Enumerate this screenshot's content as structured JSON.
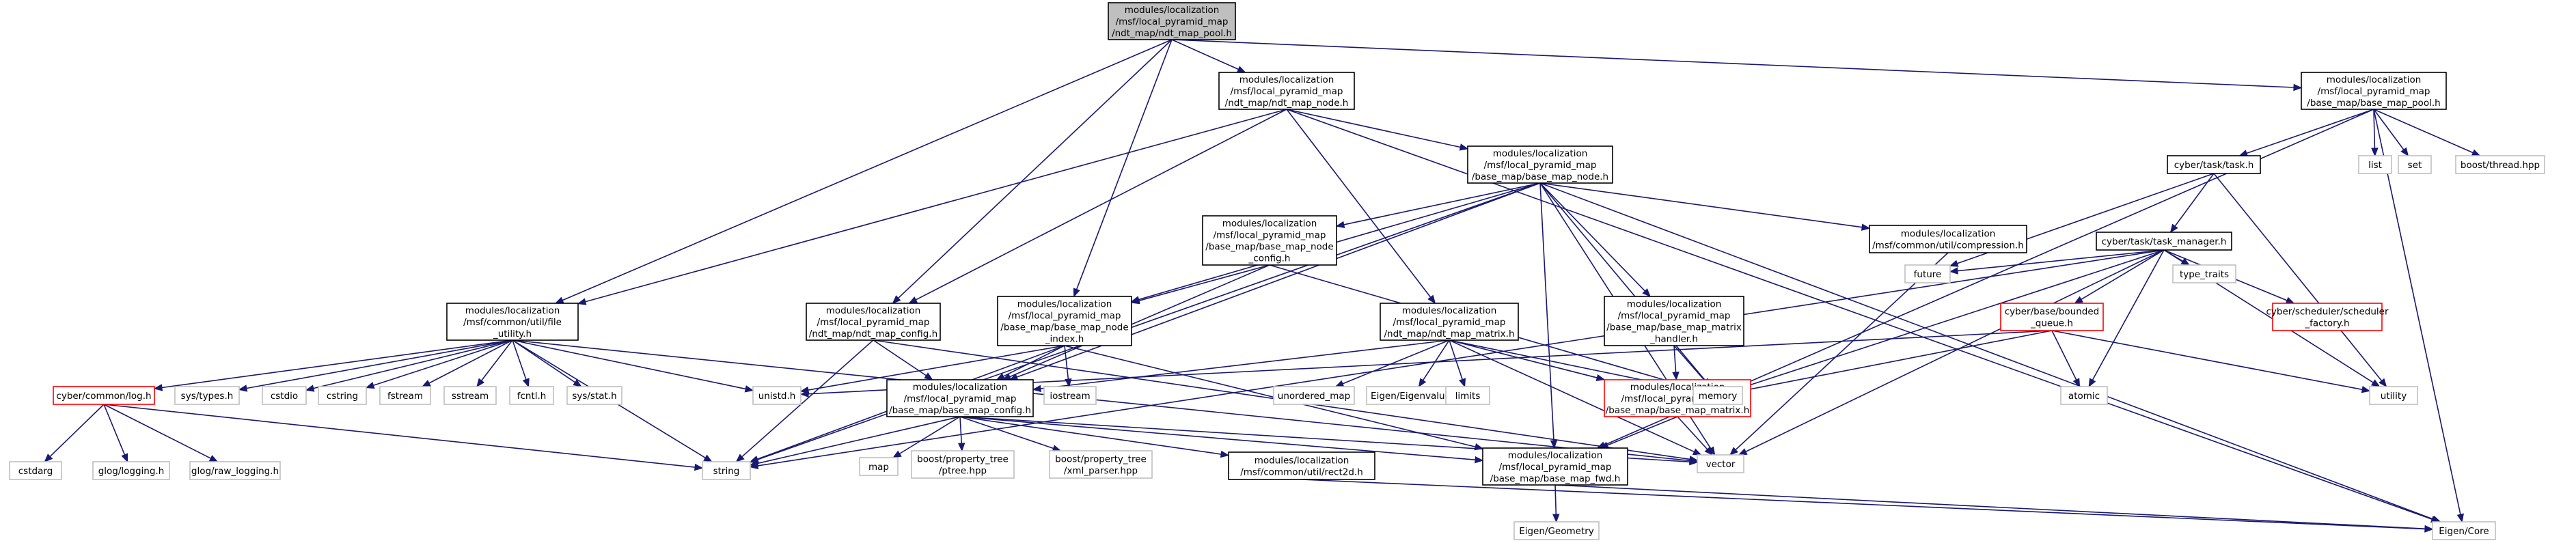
{
  "graph": {
    "type": "include-dependency-graph",
    "nodes": [
      {
        "id": "root",
        "style": "root",
        "lines": [
          "modules/localization",
          "/msf/local_pyramid_map",
          "/ndt_map/ndt_map_pool.h"
        ]
      },
      {
        "id": "ndt_map_node",
        "style": "normal",
        "lines": [
          "modules/localization",
          "/msf/local_pyramid_map",
          "/ndt_map/ndt_map_node.h"
        ]
      },
      {
        "id": "base_map_pool",
        "style": "normal",
        "lines": [
          "modules/localization",
          "/msf/local_pyramid_map",
          "/base_map/base_map_pool.h"
        ]
      },
      {
        "id": "base_map_node",
        "style": "normal",
        "lines": [
          "modules/localization",
          "/msf/local_pyramid_map",
          "/base_map/base_map_node.h"
        ]
      },
      {
        "id": "file_utility",
        "style": "normal",
        "lines": [
          "modules/localization",
          "/msf/common/util/file",
          "_utility.h"
        ]
      },
      {
        "id": "ndt_map_config",
        "style": "normal",
        "lines": [
          "modules/localization",
          "/msf/local_pyramid_map",
          "/ndt_map/ndt_map_config.h"
        ]
      },
      {
        "id": "base_map_node_index",
        "style": "normal",
        "lines": [
          "modules/localization",
          "/msf/local_pyramid_map",
          "/base_map/base_map_node",
          "_index.h"
        ]
      },
      {
        "id": "base_map_node_config",
        "style": "normal",
        "lines": [
          "modules/localization",
          "/msf/local_pyramid_map",
          "/base_map/base_map_node",
          "_config.h"
        ]
      },
      {
        "id": "ndt_map_matrix",
        "style": "normal",
        "lines": [
          "modules/localization",
          "/msf/local_pyramid_map",
          "/ndt_map/ndt_map_matrix.h"
        ]
      },
      {
        "id": "base_map_matrix_handler",
        "style": "normal",
        "lines": [
          "modules/localization",
          "/msf/local_pyramid_map",
          "/base_map/base_map_matrix",
          "_handler.h"
        ]
      },
      {
        "id": "compression",
        "style": "normal",
        "lines": [
          "modules/localization",
          "/msf/common/util/compression.h"
        ]
      },
      {
        "id": "base_map_config",
        "style": "normal",
        "lines": [
          "modules/localization",
          "/msf/local_pyramid_map",
          "/base_map/base_map_config.h"
        ]
      },
      {
        "id": "base_map_matrix",
        "style": "red",
        "lines": [
          "modules/localization",
          "/msf/local_pyramid_map",
          "/base_map/base_map_matrix.h"
        ]
      },
      {
        "id": "base_map_fwd",
        "style": "normal",
        "lines": [
          "modules/localization",
          "/msf/local_pyramid_map",
          "/base_map/base_map_fwd.h"
        ]
      },
      {
        "id": "rect2d",
        "style": "normal",
        "lines": [
          "modules/localization",
          "/msf/common/util/rect2d.h"
        ]
      },
      {
        "id": "task",
        "style": "normal",
        "lines": [
          "cyber/task/task.h"
        ]
      },
      {
        "id": "task_manager",
        "style": "normal",
        "lines": [
          "cyber/task/task_manager.h"
        ]
      },
      {
        "id": "bounded_queue",
        "style": "red",
        "lines": [
          "cyber/base/bounded",
          "_queue.h"
        ]
      },
      {
        "id": "scheduler_factory",
        "style": "red",
        "lines": [
          "cyber/scheduler/scheduler",
          "_factory.h"
        ]
      },
      {
        "id": "log",
        "style": "red",
        "lines": [
          "cyber/common/log.h"
        ]
      },
      {
        "id": "cstdarg",
        "style": "external",
        "lines": [
          "cstdarg"
        ]
      },
      {
        "id": "glog_logging",
        "style": "external",
        "lines": [
          "glog/logging.h"
        ]
      },
      {
        "id": "glog_raw_logging",
        "style": "external",
        "lines": [
          "glog/raw_logging.h"
        ]
      },
      {
        "id": "sys_types",
        "style": "external",
        "lines": [
          "sys/types.h"
        ]
      },
      {
        "id": "cstdio",
        "style": "external",
        "lines": [
          "cstdio"
        ]
      },
      {
        "id": "cstring",
        "style": "external",
        "lines": [
          "cstring"
        ]
      },
      {
        "id": "fstream",
        "style": "external",
        "lines": [
          "fstream"
        ]
      },
      {
        "id": "sstream",
        "style": "external",
        "lines": [
          "sstream"
        ]
      },
      {
        "id": "fcntl",
        "style": "external",
        "lines": [
          "fcntl.h"
        ]
      },
      {
        "id": "sys_stat",
        "style": "external",
        "lines": [
          "sys/stat.h"
        ]
      },
      {
        "id": "unistd",
        "style": "external",
        "lines": [
          "unistd.h"
        ]
      },
      {
        "id": "string",
        "style": "external",
        "lines": [
          "string"
        ]
      },
      {
        "id": "iostream",
        "style": "external",
        "lines": [
          "iostream"
        ]
      },
      {
        "id": "map",
        "style": "external",
        "lines": [
          "map"
        ]
      },
      {
        "id": "ptree",
        "style": "external",
        "lines": [
          "boost/property_tree",
          "/ptree.hpp"
        ]
      },
      {
        "id": "xml_parser",
        "style": "external",
        "lines": [
          "boost/property_tree",
          "/xml_parser.hpp"
        ]
      },
      {
        "id": "unordered_map",
        "style": "external",
        "lines": [
          "unordered_map"
        ]
      },
      {
        "id": "eigenvalues",
        "style": "external",
        "lines": [
          "Eigen/Eigenvalues"
        ]
      },
      {
        "id": "limits",
        "style": "external",
        "lines": [
          "limits"
        ]
      },
      {
        "id": "memory",
        "style": "external",
        "lines": [
          "memory"
        ]
      },
      {
        "id": "vector",
        "style": "external",
        "lines": [
          "vector"
        ]
      },
      {
        "id": "eigen_geometry",
        "style": "external",
        "lines": [
          "Eigen/Geometry"
        ]
      },
      {
        "id": "eigen_core",
        "style": "external",
        "lines": [
          "Eigen/Core"
        ]
      },
      {
        "id": "list",
        "style": "external",
        "lines": [
          "list"
        ]
      },
      {
        "id": "set",
        "style": "external",
        "lines": [
          "set"
        ]
      },
      {
        "id": "boost_thread",
        "style": "external",
        "lines": [
          "boost/thread.hpp"
        ]
      },
      {
        "id": "future",
        "style": "external",
        "lines": [
          "future"
        ]
      },
      {
        "id": "type_traits",
        "style": "external",
        "lines": [
          "type_traits"
        ]
      },
      {
        "id": "atomic",
        "style": "external",
        "lines": [
          "atomic"
        ]
      },
      {
        "id": "utility",
        "style": "external",
        "lines": [
          "utility"
        ]
      }
    ],
    "edges": [
      [
        "root",
        "ndt_map_node"
      ],
      [
        "root",
        "base_map_pool"
      ],
      [
        "root",
        "file_utility"
      ],
      [
        "root",
        "ndt_map_config"
      ],
      [
        "root",
        "base_map_node_index"
      ],
      [
        "ndt_map_node",
        "base_map_node"
      ],
      [
        "ndt_map_node",
        "file_utility"
      ],
      [
        "ndt_map_node",
        "ndt_map_config"
      ],
      [
        "ndt_map_node",
        "ndt_map_matrix"
      ],
      [
        "ndt_map_node",
        "eigen_core"
      ],
      [
        "base_map_pool",
        "task"
      ],
      [
        "base_map_pool",
        "list"
      ],
      [
        "base_map_pool",
        "set"
      ],
      [
        "base_map_pool",
        "boost_thread"
      ],
      [
        "base_map_pool",
        "base_map_fwd"
      ],
      [
        "base_map_pool",
        "eigen_core"
      ],
      [
        "base_map_node",
        "base_map_node_config"
      ],
      [
        "base_map_node",
        "base_map_node_index"
      ],
      [
        "base_map_node",
        "base_map_matrix_handler"
      ],
      [
        "base_map_node",
        "compression"
      ],
      [
        "base_map_node",
        "base_map_config"
      ],
      [
        "base_map_node",
        "base_map_fwd"
      ],
      [
        "base_map_node",
        "string"
      ],
      [
        "base_map_node",
        "memory"
      ],
      [
        "base_map_node",
        "vector"
      ],
      [
        "base_map_node",
        "eigen_core"
      ],
      [
        "file_utility",
        "log"
      ],
      [
        "file_utility",
        "sys_types"
      ],
      [
        "file_utility",
        "cstdio"
      ],
      [
        "file_utility",
        "cstring"
      ],
      [
        "file_utility",
        "fstream"
      ],
      [
        "file_utility",
        "sstream"
      ],
      [
        "file_utility",
        "fcntl"
      ],
      [
        "file_utility",
        "sys_stat"
      ],
      [
        "file_utility",
        "unistd"
      ],
      [
        "file_utility",
        "string"
      ],
      [
        "file_utility",
        "vector"
      ],
      [
        "log",
        "cstdarg"
      ],
      [
        "log",
        "glog_logging"
      ],
      [
        "log",
        "glog_raw_logging"
      ],
      [
        "log",
        "string"
      ],
      [
        "ndt_map_config",
        "base_map_config"
      ],
      [
        "ndt_map_config",
        "string"
      ],
      [
        "ndt_map_config",
        "vector"
      ],
      [
        "base_map_node_config",
        "base_map_node_index"
      ],
      [
        "base_map_node_config",
        "base_map_config"
      ],
      [
        "base_map_node_config",
        "memory"
      ],
      [
        "base_map_node_index",
        "base_map_config"
      ],
      [
        "base_map_node_index",
        "base_map_fwd"
      ],
      [
        "base_map_node_index",
        "iostream"
      ],
      [
        "base_map_node_index",
        "string"
      ],
      [
        "base_map_node_index",
        "unistd"
      ],
      [
        "ndt_map_matrix",
        "base_map_config"
      ],
      [
        "ndt_map_matrix",
        "base_map_matrix"
      ],
      [
        "ndt_map_matrix",
        "unordered_map"
      ],
      [
        "ndt_map_matrix",
        "eigenvalues"
      ],
      [
        "ndt_map_matrix",
        "limits"
      ],
      [
        "ndt_map_matrix",
        "memory"
      ],
      [
        "ndt_map_matrix",
        "vector"
      ],
      [
        "base_map_matrix_handler",
        "base_map_matrix"
      ],
      [
        "base_map_matrix_handler",
        "memory"
      ],
      [
        "compression",
        "vector"
      ],
      [
        "base_map_config",
        "base_map_fwd"
      ],
      [
        "base_map_config",
        "rect2d"
      ],
      [
        "base_map_config",
        "map"
      ],
      [
        "base_map_config",
        "ptree"
      ],
      [
        "base_map_config",
        "xml_parser"
      ],
      [
        "base_map_config",
        "string"
      ],
      [
        "base_map_config",
        "vector"
      ],
      [
        "base_map_matrix",
        "base_map_fwd"
      ],
      [
        "base_map_matrix",
        "vector"
      ],
      [
        "base_map_fwd",
        "eigen_geometry"
      ],
      [
        "base_map_fwd",
        "eigen_core"
      ],
      [
        "rect2d",
        "eigen_core"
      ],
      [
        "task",
        "task_manager"
      ],
      [
        "task",
        "future"
      ],
      [
        "task",
        "utility"
      ],
      [
        "task_manager",
        "bounded_queue"
      ],
      [
        "task_manager",
        "scheduler_factory"
      ],
      [
        "task_manager",
        "future"
      ],
      [
        "task_manager",
        "type_traits"
      ],
      [
        "task_manager",
        "atomic"
      ],
      [
        "task_manager",
        "memory"
      ],
      [
        "task_manager",
        "vector"
      ],
      [
        "task_manager",
        "string"
      ],
      [
        "task_manager",
        "utility"
      ],
      [
        "bounded_queue",
        "unistd"
      ],
      [
        "bounded_queue",
        "atomic"
      ],
      [
        "bounded_queue",
        "memory"
      ],
      [
        "bounded_queue",
        "utility"
      ]
    ]
  }
}
